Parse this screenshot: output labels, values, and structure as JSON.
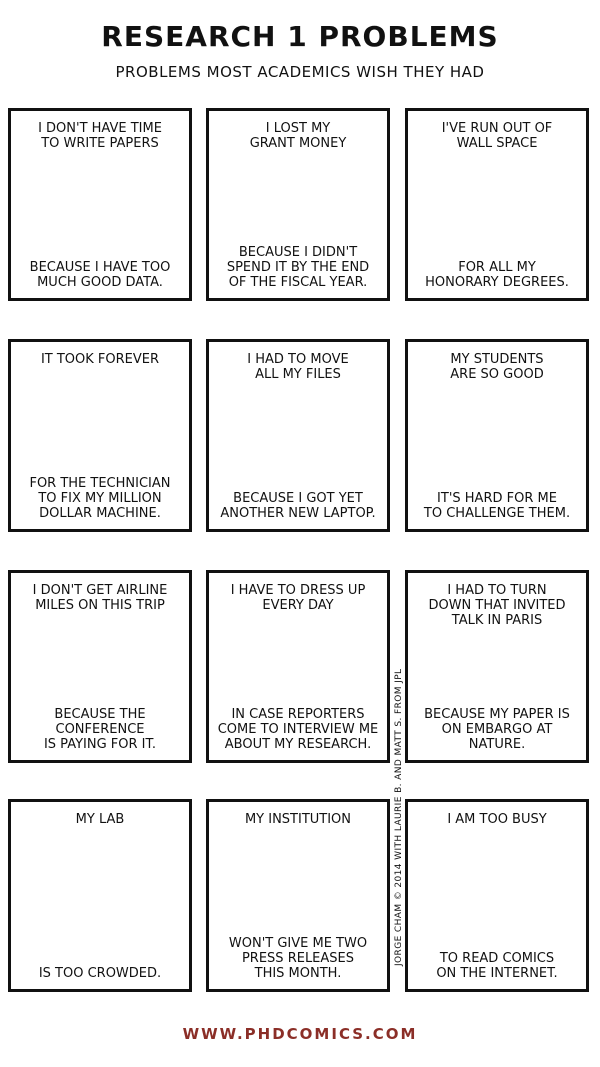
{
  "header": {
    "title": "RESEARCH 1 PROBLEMS",
    "subtitle": "PROBLEMS MOST ACADEMICS WISH THEY HAD"
  },
  "panels": [
    {
      "top": "I DON'T HAVE TIME\nTO WRITE PAPERS",
      "bottom": "BECAUSE I HAVE TOO\nMUCH GOOD DATA."
    },
    {
      "top": "I LOST MY\nGRANT MONEY",
      "bottom": "BECAUSE I DIDN'T\nSPEND IT BY THE END\nOF THE FISCAL YEAR."
    },
    {
      "top": "I'VE RUN OUT OF\nWALL SPACE",
      "bottom": "FOR ALL MY\nHONORARY DEGREES."
    },
    {
      "top": "IT TOOK FOREVER",
      "bottom": "FOR THE TECHNICIAN\nTO FIX MY MILLION\nDOLLAR MACHINE."
    },
    {
      "top": "I HAD TO MOVE\nALL MY FILES",
      "bottom": "BECAUSE I GOT YET\nANOTHER NEW LAPTOP."
    },
    {
      "top": "MY STUDENTS\nARE SO GOOD",
      "bottom": "IT'S HARD FOR ME\nTO CHALLENGE THEM."
    },
    {
      "top": "I DON'T GET AIRLINE\nMILES ON THIS TRIP",
      "bottom": "BECAUSE THE CONFERENCE\nIS PAYING FOR IT."
    },
    {
      "top": "I HAVE TO DRESS UP\nEVERY DAY",
      "bottom": "IN CASE REPORTERS\nCOME TO INTERVIEW ME\nABOUT MY RESEARCH."
    },
    {
      "top": "I HAD TO TURN\nDOWN THAT INVITED\nTALK IN PARIS",
      "bottom": "BECAUSE MY PAPER IS\nON EMBARGO AT NATURE."
    },
    {
      "top": "MY LAB",
      "bottom": "IS TOO CROWDED."
    },
    {
      "top": "MY INSTITUTION",
      "bottom": "WON'T GIVE ME TWO\nPRESS RELEASES\nTHIS MONTH."
    },
    {
      "top": "I AM TOO BUSY",
      "bottom": "TO READ COMICS\nON THE INTERNET."
    }
  ],
  "credit": "JORGE CHAM © 2014   WITH LAURIE B. AND MATT S. FROM JPL",
  "footer": "WWW.PHDCOMICS.COM"
}
